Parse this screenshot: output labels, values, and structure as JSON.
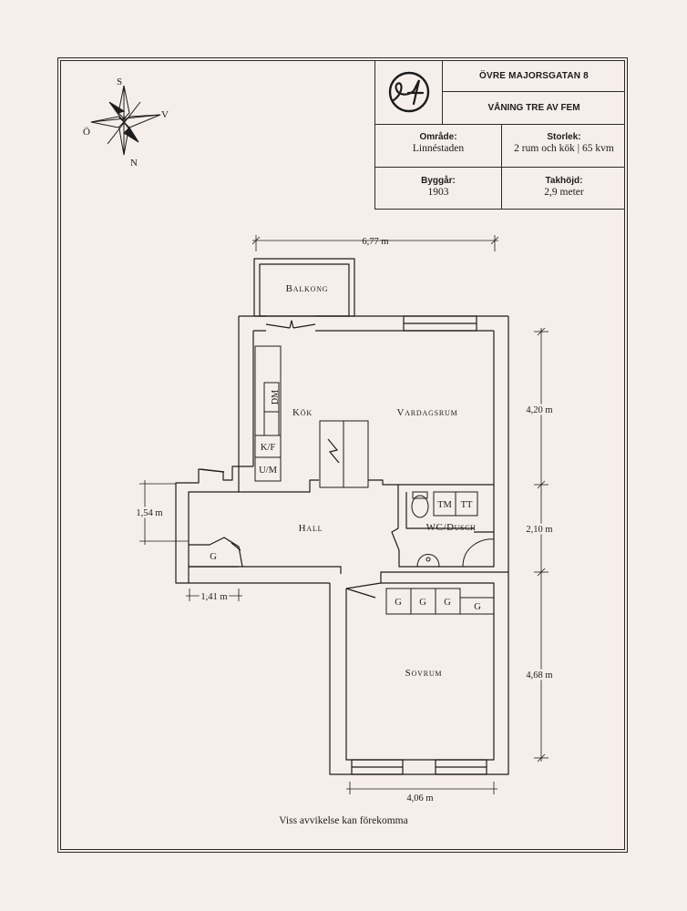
{
  "header": {
    "address": "ÖVRE MAJORSGATAN 8",
    "floor": "VÅNING TRE AV FEM",
    "facts": [
      {
        "label": "Område:",
        "value": "Linnéstaden"
      },
      {
        "label": "Storlek:",
        "value": "2 rum och kök | 65 kvm"
      },
      {
        "label": "Byggår:",
        "value": "1903"
      },
      {
        "label": "Takhöjd:",
        "value": "2,9 meter"
      }
    ]
  },
  "compass": {
    "north": "N",
    "south": "S",
    "east": "Ö",
    "west": "V"
  },
  "rooms": {
    "balcony": "Balkong",
    "kitchen": "Kök",
    "living": "Vardagsrum",
    "hall": "Hall",
    "bath": "WC/Dusch",
    "bedroom": "Sovrum"
  },
  "fixtures": {
    "dishwasher": "DM",
    "fridge": "K/F",
    "oven": "U/M",
    "washer": "TM",
    "dryer": "TT",
    "wardrobe": "G"
  },
  "dimensions": {
    "top_width": "6,77 m",
    "living_height": "4,20 m",
    "bath_height": "2,10 m",
    "bedroom_height": "4,68 m",
    "bedroom_width": "4,06 m",
    "entrance_height": "1,54 m",
    "entrance_width": "1,41 m"
  },
  "footer": {
    "disclaimer": "Viss avvikelse kan förekomma"
  }
}
